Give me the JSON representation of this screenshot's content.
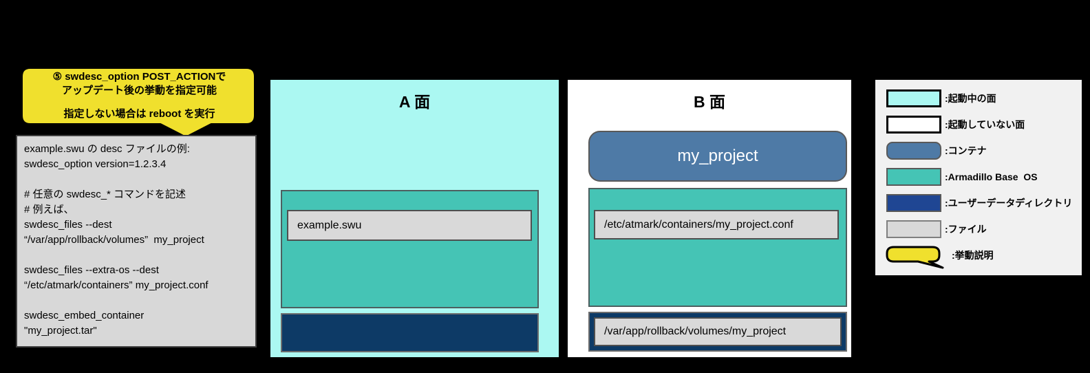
{
  "callout": {
    "lines": [
      "⑤ swdesc_option POST_ACTIONで",
      "アップデート後の挙動を指定可能",
      "指定しない場合は reboot を実行"
    ]
  },
  "desc_box": {
    "text": "example.swu の desc ファイルの例:\nswdesc_option version=1.2.3.4\n\n# 任意の swdesc_* コマンドを記述\n# 例えば、\nswdesc_files --dest\n“/var/app/rollback/volumes”  my_project\n\nswdesc_files --extra-os --dest\n“/etc/atmark/containers” my_project.conf\n\nswdesc_embed_container\n\"my_project.tar\""
  },
  "panel_a": {
    "title": "A 面",
    "file": "example.swu"
  },
  "panel_b": {
    "title": "B 面",
    "container": "my_project",
    "os_file": "/etc/atmark/containers/my_project.conf",
    "data_file": "/var/app/rollback/volumes/my_project"
  },
  "legend": {
    "items": [
      {
        "type": "active-side",
        "label": ":起動中の面"
      },
      {
        "type": "inactive-side",
        "label": ":起動していない面"
      },
      {
        "type": "container",
        "label": ":コンテナ"
      },
      {
        "type": "os",
        "label": ":Armadillo Base  OS"
      },
      {
        "type": "user-data",
        "label": ":ユーザーデータディレクトリ"
      },
      {
        "type": "file",
        "label": ":ファイル"
      },
      {
        "type": "callout",
        "label": ":挙動説明"
      }
    ]
  },
  "colors": {
    "background": "#000000",
    "active_side": "#ABF8F2",
    "inactive_side": "#FFFFFF",
    "container": "#4E7AA6",
    "base_os": "#45C4B5",
    "user_data": "#0D3A66",
    "user_data_legend": "#1F4693",
    "file": "#D9D9D9",
    "callout": "#F0E02D",
    "desc_box": "#D8D8D8",
    "legend_bg": "#F1F1F1"
  }
}
